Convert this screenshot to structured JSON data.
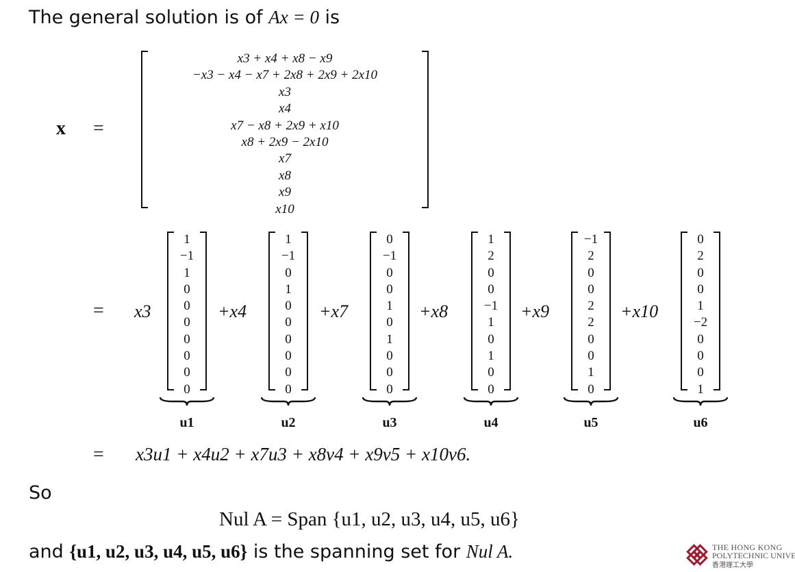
{
  "intro": {
    "text_before": "The general solution is of ",
    "equation": "Ax = 0",
    "text_after": " is"
  },
  "general_solution": {
    "lhs": "x",
    "equals": "=",
    "rows": [
      "x3 + x4 + x8 − x9",
      "−x3 − x4 − x7 + 2x8 + 2x9 + 2x10",
      "x3",
      "x4",
      "x7 − x8 + 2x9 + x10",
      "x8 + 2x9 − 2x10",
      "x7",
      "x8",
      "x9",
      "x10"
    ]
  },
  "decomposition": {
    "equals": "=",
    "terms": [
      {
        "coef": "x3",
        "plus": "",
        "values": [
          "1",
          "−1",
          "1",
          "0",
          "0",
          "0",
          "0",
          "0",
          "0",
          "0"
        ],
        "label": "u1"
      },
      {
        "coef": "x4",
        "plus": "+",
        "values": [
          "1",
          "−1",
          "0",
          "1",
          "0",
          "0",
          "0",
          "0",
          "0",
          "0"
        ],
        "label": "u2"
      },
      {
        "coef": "x7",
        "plus": "+",
        "values": [
          "0",
          "−1",
          "0",
          "0",
          "1",
          "0",
          "1",
          "0",
          "0",
          "0"
        ],
        "label": "u3"
      },
      {
        "coef": "x8",
        "plus": "+",
        "values": [
          "1",
          "2",
          "0",
          "0",
          "−1",
          "1",
          "0",
          "1",
          "0",
          "0"
        ],
        "label": "u4"
      },
      {
        "coef": "x9",
        "plus": "+",
        "values": [
          "−1",
          "2",
          "0",
          "0",
          "2",
          "2",
          "0",
          "0",
          "1",
          "0"
        ],
        "label": "u5"
      },
      {
        "coef": "x10",
        "plus": "+",
        "values": [
          "0",
          "2",
          "0",
          "0",
          "1",
          "−2",
          "0",
          "0",
          "0",
          "1"
        ],
        "label": "u6"
      }
    ]
  },
  "summary_line": {
    "equals": "=",
    "expression": "x3u1 + x4u2 + x7u3 + x8v4 + x9v5 + x10v6."
  },
  "so_text": "So",
  "nul_equation": "Nul A = Span {u1, u2, u3, u4, u5, u6}",
  "conclusion": {
    "set": "{u1, u2, u3, u4, u5, u6}",
    "text": " is the spanning set for ",
    "space": "Nul A.",
    "prefix": "and "
  },
  "logo": {
    "line1": "THE HONG KONG",
    "line2": "POLYTECHNIC UNIVE",
    "line3": "香港理工大學",
    "icon": "polyu-logo-icon"
  }
}
